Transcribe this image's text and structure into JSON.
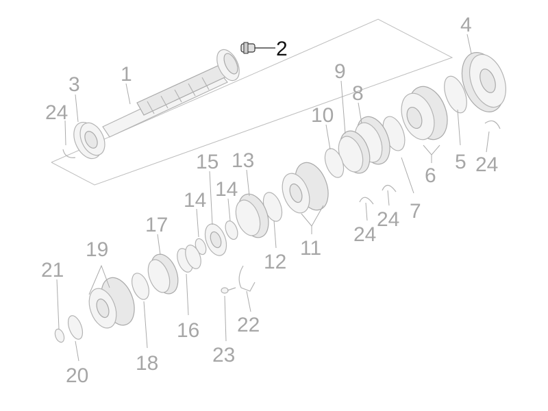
{
  "diagram": {
    "colors": {
      "line": "#b3b3b3",
      "label": "#a6a6a6",
      "highlight": "#111111"
    },
    "highlighted_callout": "2",
    "callouts": [
      {
        "id": "c1",
        "text": "1"
      },
      {
        "id": "c2",
        "text": "2"
      },
      {
        "id": "c3",
        "text": "3"
      },
      {
        "id": "c4",
        "text": "4"
      },
      {
        "id": "c5",
        "text": "5"
      },
      {
        "id": "c6",
        "text": "6"
      },
      {
        "id": "c7",
        "text": "7"
      },
      {
        "id": "c8",
        "text": "8"
      },
      {
        "id": "c9",
        "text": "9"
      },
      {
        "id": "c10",
        "text": "10"
      },
      {
        "id": "c11",
        "text": "11"
      },
      {
        "id": "c12",
        "text": "12"
      },
      {
        "id": "c13",
        "text": "13"
      },
      {
        "id": "c14a",
        "text": "14"
      },
      {
        "id": "c14b",
        "text": "14"
      },
      {
        "id": "c15",
        "text": "15"
      },
      {
        "id": "c16",
        "text": "16"
      },
      {
        "id": "c17",
        "text": "17"
      },
      {
        "id": "c18",
        "text": "18"
      },
      {
        "id": "c19",
        "text": "19"
      },
      {
        "id": "c20",
        "text": "20"
      },
      {
        "id": "c21",
        "text": "21"
      },
      {
        "id": "c22",
        "text": "22"
      },
      {
        "id": "c23",
        "text": "23"
      },
      {
        "id": "c24a",
        "text": "24"
      },
      {
        "id": "c24b",
        "text": "24"
      },
      {
        "id": "c24c",
        "text": "24"
      },
      {
        "id": "c24d",
        "text": "24"
      }
    ]
  }
}
